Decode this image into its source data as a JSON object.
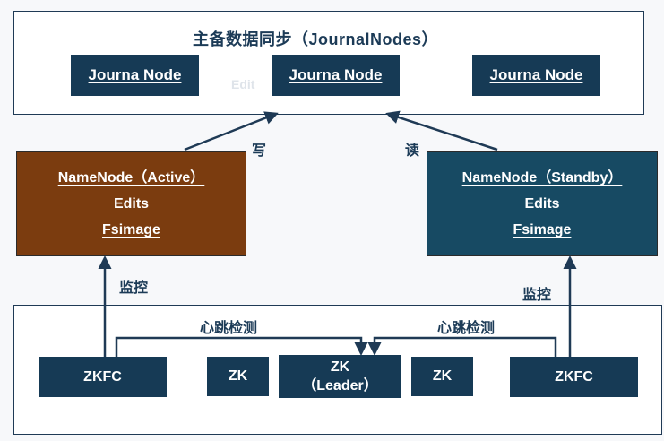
{
  "journal_group": {
    "title": "主备数据同步（JournalNodes）",
    "nodes": [
      "Journa Node",
      "Journa Node",
      "Journa Node"
    ],
    "ghost_text": "Edit"
  },
  "namenode_active": {
    "title": "NameNode（Active）",
    "edits": "Edits",
    "fsimage": "Fsimage"
  },
  "namenode_standby": {
    "title": "NameNode（Standby）",
    "edits": "Edits",
    "fsimage": "Fsimage"
  },
  "edges": {
    "write": "写",
    "read": "读",
    "monitor_left": "监控",
    "monitor_right": "监控",
    "heartbeat_left": "心跳检测",
    "heartbeat_right": "心跳检测"
  },
  "zk_group": {
    "zkfc_left": "ZKFC",
    "zk_1": "ZK",
    "leader_line1": "ZK",
    "leader_line2": "（Leader）",
    "zk_2": "ZK",
    "zkfc_right": "ZKFC"
  },
  "colors": {
    "navy": "#163a55",
    "active_brown": "#7b3c0f",
    "standby_teal": "#174a63"
  }
}
